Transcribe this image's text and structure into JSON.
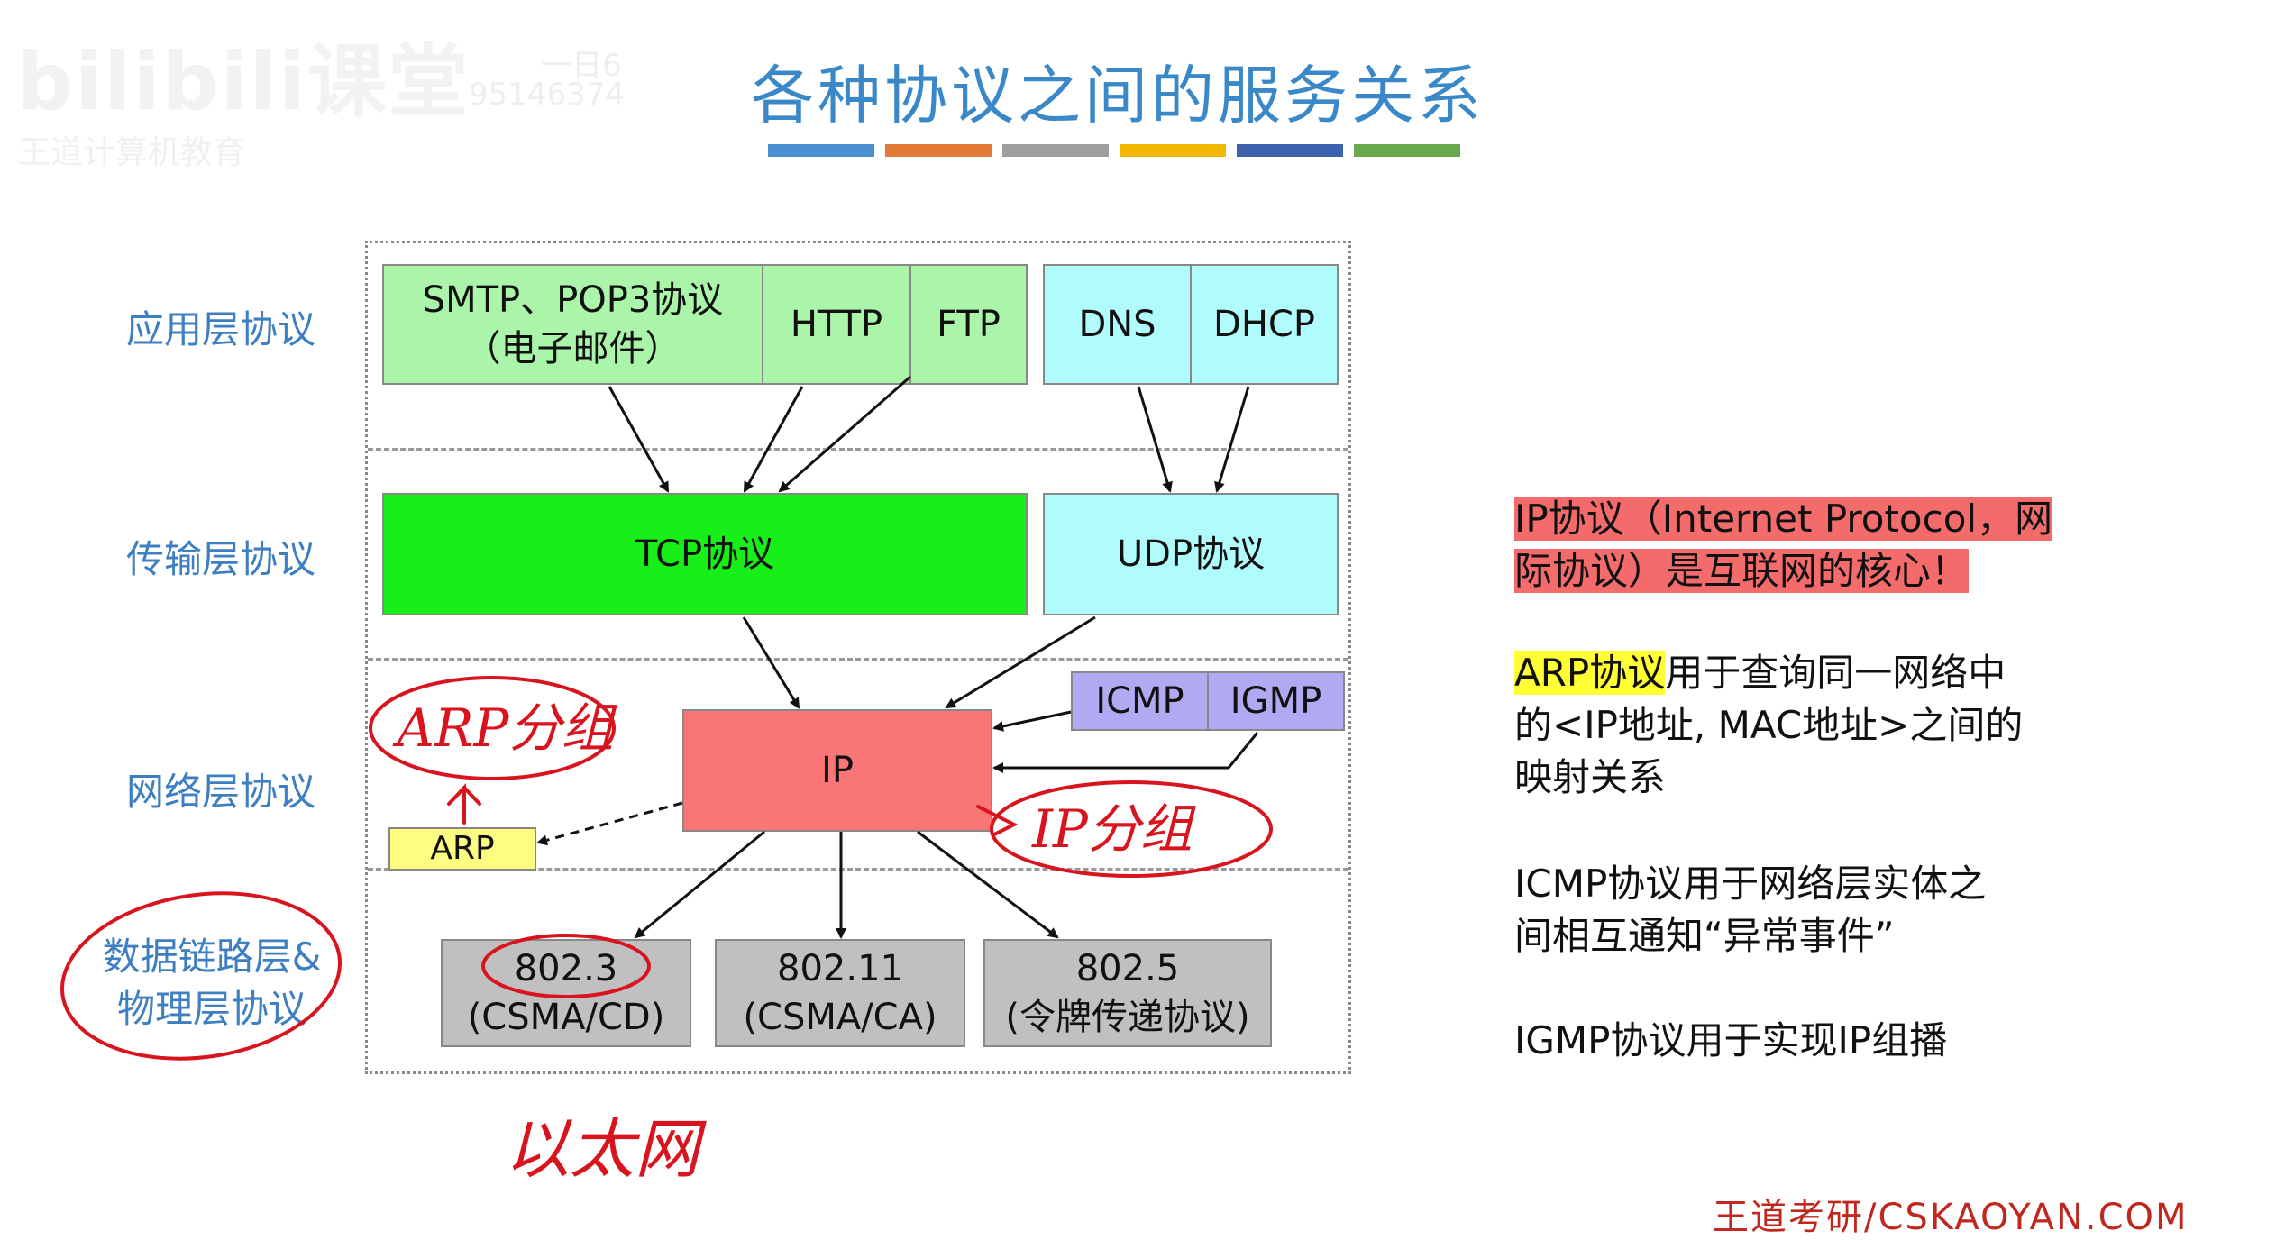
{
  "title": "各种协议之间的服务关系",
  "title_bar_colors": [
    "#4a8fcf",
    "#e07a34",
    "#9e9e9e",
    "#f5b800",
    "#3c62ad",
    "#6aa84f"
  ],
  "watermark": {
    "logo": "bilibili课堂",
    "logo_sub": "王道计算机教育",
    "line1": "一日6",
    "line2": "95146374"
  },
  "layers": {
    "application": "应用层协议",
    "transport": "传输层协议",
    "network": "网络层协议",
    "link": "数据链路层&\n物理层协议"
  },
  "protocols": {
    "smtp": "SMTP、POP3协议\n（电子邮件）",
    "http": "HTTP",
    "ftp": "FTP",
    "dns": "DNS",
    "dhcp": "DHCP",
    "tcp": "TCP协议",
    "udp": "UDP协议",
    "icmp": "ICMP",
    "igmp": "IGMP",
    "ip": "IP",
    "arp": "ARP",
    "eth": "802.3\n(CSMA/CD)",
    "wifi": "802.11\n(CSMA/CA)",
    "token": "802.5\n(令牌传递协议)"
  },
  "handwriting": {
    "arp_packet": "ARP分组",
    "ip_packet": "IP分组",
    "ethernet": "以太网"
  },
  "notes": {
    "ip_a": "IP协议（Internet Protocol，网",
    "ip_b": "际协议）是互联网的核心！",
    "arp_hl": "ARP协议",
    "arp_rest": "用于查询同一网络中",
    "arp_b": "的<IP地址, MAC地址>之间的",
    "arp_c": "映射关系",
    "icmp_a": "ICMP协议用于网络层实体之",
    "icmp_b": "间相互通知“异常事件”",
    "igmp": "IGMP协议用于实现IP组播"
  },
  "footer": "王道考研/CSKAOYAN.COM",
  "colors": {
    "title": "#3a88c8",
    "layer_label": "#3d7fc0",
    "annotation": "#d8141e",
    "app_box": "#aaf5aa",
    "dns_box": "#b0fcfc",
    "tcp_box": "#18ee18",
    "ip_box": "#fa7676",
    "icmp_box": "#b1aaf2",
    "arp_box": "#fdfd82",
    "link_box": "#c0c0c0"
  }
}
